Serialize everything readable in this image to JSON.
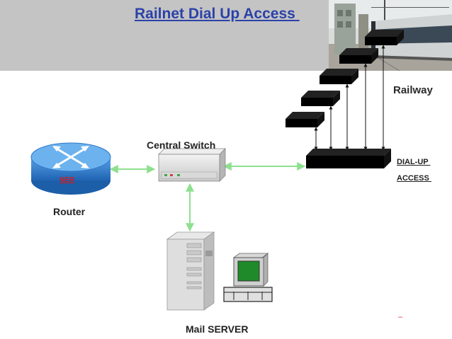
{
  "title": "Railnet Dial Up Access ",
  "labels": {
    "railway": "Railway",
    "central_switch": "Central Switch",
    "router": "Router",
    "mail_server": "Mail SERVER",
    "dialup_line1": "DIAL-UP ",
    "dialup_line2": "ACCESS ",
    "router_ner": "NER",
    "stray_dash": "–"
  },
  "icons": {
    "router": "router-icon",
    "switch": "switch-icon",
    "server": "server-tower-icon",
    "monitor": "crt-monitor-icon",
    "dialup": "dialup-access-device-icon",
    "stacked_devices": "network-device-icon",
    "photo": "tram-photo"
  },
  "colors": {
    "title": "#2b42a8",
    "header_band": "#c4c4c4",
    "link_green": "#8ee08e",
    "router_blue": "#2f78c8",
    "monitor_screen": "#1f8a2a",
    "ner_red": "#d11c1c"
  }
}
